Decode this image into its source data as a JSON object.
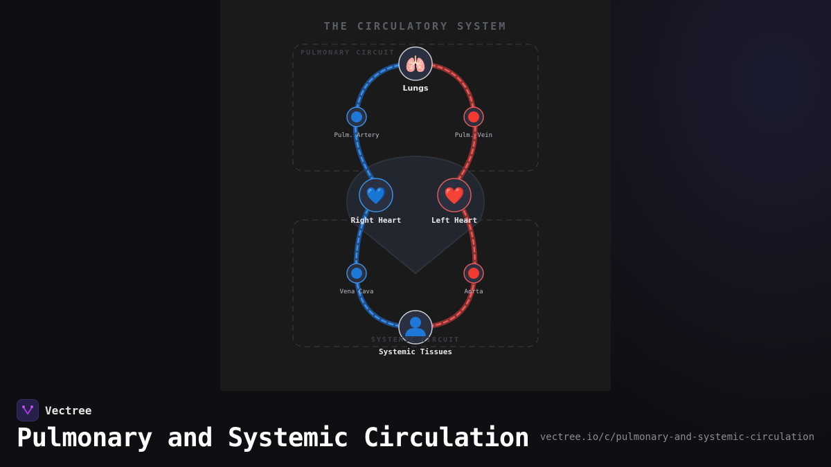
{
  "diagram": {
    "title": "THE CIRCULATORY SYSTEM",
    "pulmonary_label": "PULMONARY CIRCUIT",
    "systemic_label": "SYSTEMIC CIRCUIT",
    "nodes": {
      "lungs": {
        "label": "Lungs",
        "icon": "🫁"
      },
      "right_heart": {
        "label": "Right Heart",
        "icon": "💙"
      },
      "left_heart": {
        "label": "Left Heart",
        "icon": "❤️"
      },
      "tissues": {
        "label": "Systemic Tissues",
        "icon": "👤"
      },
      "pulm_artery": {
        "label": "Pulm. Artery"
      },
      "pulm_vein": {
        "label": "Pulm. Vein"
      },
      "vena_cava": {
        "label": "Vena Cava"
      },
      "aorta": {
        "label": "Aorta"
      }
    },
    "colors": {
      "deoxygenated": "#3b8fe6",
      "oxygenated": "#e85a5a"
    }
  },
  "footer": {
    "brand": "Vectree",
    "title": "Pulmonary and Systemic Circulation",
    "url": "vectree.io/c/pulmonary-and-systemic-circulation"
  }
}
